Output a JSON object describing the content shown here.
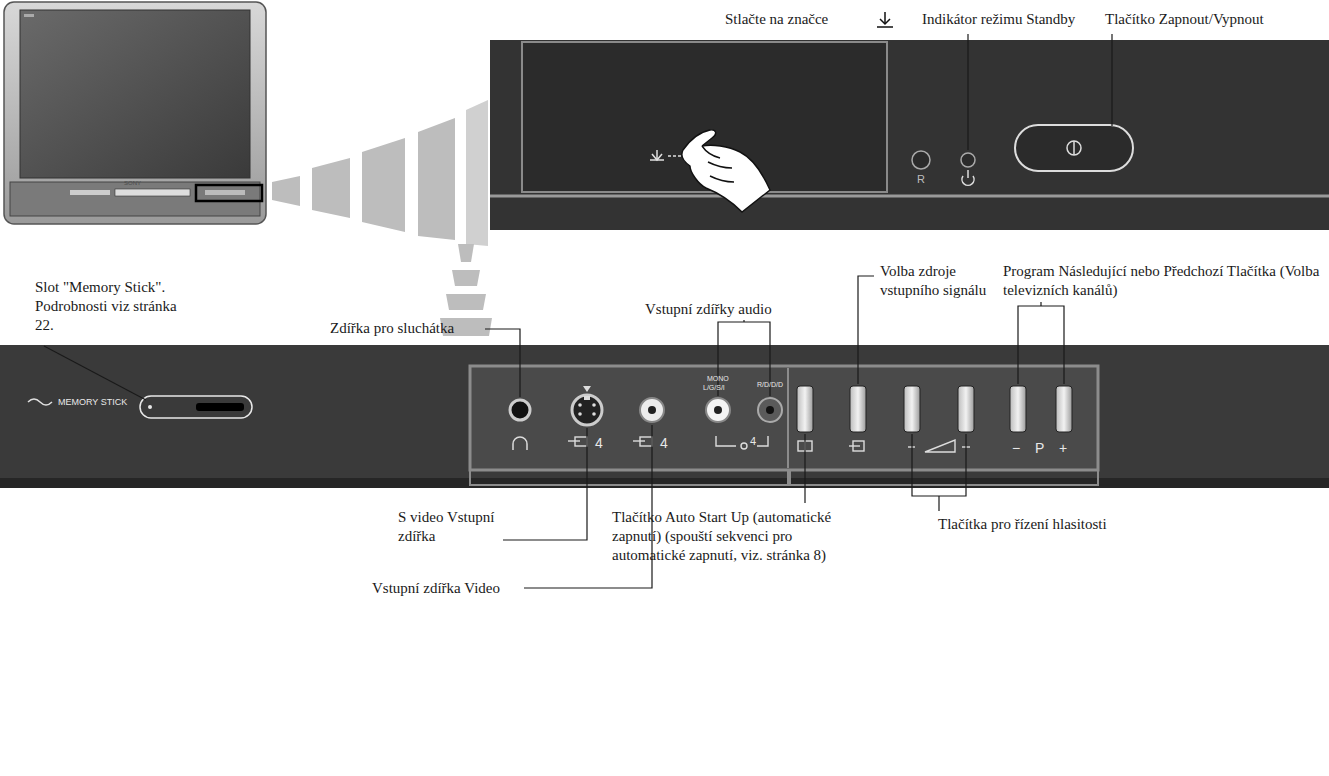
{
  "diagram": {
    "labels": [
      "Stlačte na značce",
      "Indikátor režimu Standby",
      "Tlačítko Zapnout/Vypnout",
      "Slot \"Memory Stick\". Podrobnosti viz stránka 22.",
      "Zdířka pro sluchátka",
      "Vstupní zdířky audio",
      "Volba zdroje vstupního signálu",
      "Program Následující nebo Předchozí Tlačítka (Volba televizních kanálů)",
      "S video Vstupní zdířka",
      "Vstupní zdířka Video",
      "Tlačítko Auto Start Up (automatické zapnutí) (spouští sekvenci pro automatické zapnutí, viz. stránka 8)",
      "Tlačítka pro řízení hlasitosti",
      "MEMORY STICK",
      "R",
      "MONO",
      "L/G/S/I",
      "R/D/D/D",
      "4",
      "4",
      "4",
      "−",
      "P",
      "+",
      "SONY"
    ]
  }
}
